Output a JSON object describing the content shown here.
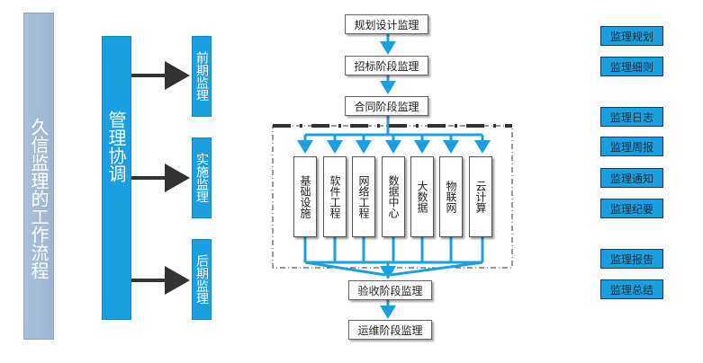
{
  "left": {
    "title": "久信监理的工作流程",
    "management": "管理协调",
    "phases": [
      "前期监理",
      "实施监理",
      "后期监理"
    ]
  },
  "flow": {
    "top_steps": [
      "规划设计监理",
      "招标阶段监理",
      "合同阶段监理"
    ],
    "subsystems": [
      "基础设施",
      "软件工程",
      "网络工程",
      "数据中心",
      "大数据",
      "物联网",
      "云计算"
    ],
    "bottom_steps": [
      "验收阶段监理",
      "运维阶段监理"
    ]
  },
  "right": {
    "docs": [
      "监理规划",
      "监理细则",
      "监理日志",
      "监理周报",
      "监理通知",
      "监理纪要",
      "监理报告",
      "监理总结"
    ]
  },
  "colors": {
    "accent": "#1aa0e0",
    "title_bg": "#a9bfd9",
    "arrow_dark": "#333333"
  }
}
